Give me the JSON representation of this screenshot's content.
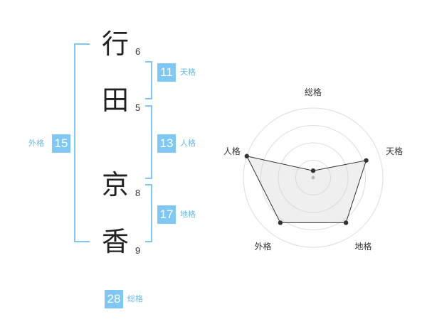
{
  "characters": [
    {
      "char": "行",
      "strokes": "6"
    },
    {
      "char": "田",
      "strokes": "5"
    },
    {
      "char": "京",
      "strokes": "8"
    },
    {
      "char": "香",
      "strokes": "9"
    }
  ],
  "kakusu": {
    "tenkaku": {
      "label": "天格",
      "value": "11"
    },
    "jinkaku": {
      "label": "人格",
      "value": "13"
    },
    "chikaku": {
      "label": "地格",
      "value": "17"
    },
    "gaikaku": {
      "label": "外格",
      "value": "15"
    },
    "soukaku": {
      "label": "総格",
      "value": "28"
    }
  },
  "colors": {
    "accent": "#7fc7f5",
    "label": "#6cb8e8",
    "text": "#222222"
  },
  "chart_data": {
    "type": "radar",
    "axes": [
      "総格",
      "天格",
      "地格",
      "外格",
      "人格"
    ],
    "values": [
      0.1,
      0.8,
      0.8,
      0.8,
      1.0
    ],
    "rings": 4
  }
}
